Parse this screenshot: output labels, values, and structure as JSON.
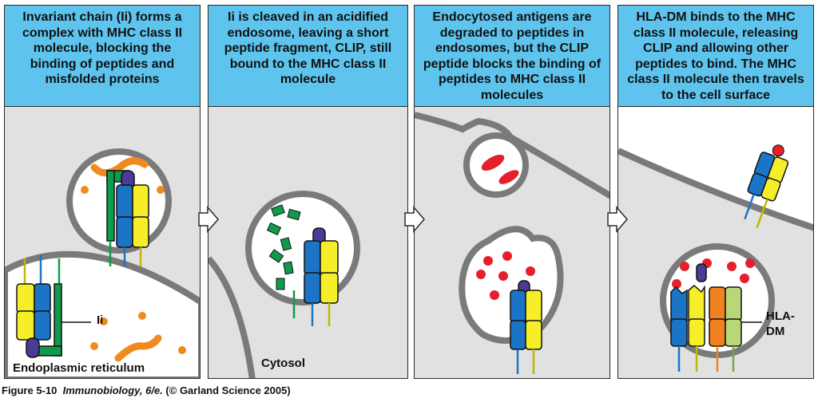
{
  "panels": [
    {
      "header": "Invariant chain (Ii) forms a complex with MHC class II molecule, blocking the binding of peptides and misfolded proteins"
    },
    {
      "header": "Ii is cleaved in an acidified endosome, leaving a short peptide fragment, CLIP, still bound to the MHC class  II molecule"
    },
    {
      "header": "Endocytosed antigens are degraded to peptides in endosomes, but the CLIP peptide blocks the binding of peptides to MHC class II molecules"
    },
    {
      "header": "HLA-DM binds to the MHC class II molecule, releasing CLIP and allowing other peptides to bind. The MHC class II molecule then travels to the cell surface"
    }
  ],
  "labels": {
    "ii": "Ii",
    "er": "Endoplasmic reticulum",
    "cytosol": "Cytosol",
    "hla_line1": "HLA-",
    "hla_line2": "DM"
  },
  "caption": {
    "figure": "Figure 5-10",
    "book": "Immunobiology, 6/e.",
    "credit": "(© Garland Science 2005)"
  },
  "colors": {
    "header_bg": "#5ec4ee",
    "panel_bg": "#e1e1e1",
    "vesicle": "#ffffff",
    "mhc_blue": "#1b74c6",
    "mhc_yellow": "#f7ee2a",
    "invariant_green": "#0f9a4c",
    "clip_purple": "#4a3c96",
    "peptide_red": "#e3202c",
    "orange": "#f08a1e",
    "hla_orange": "#f2821f",
    "hla_green": "#b7d77a"
  }
}
